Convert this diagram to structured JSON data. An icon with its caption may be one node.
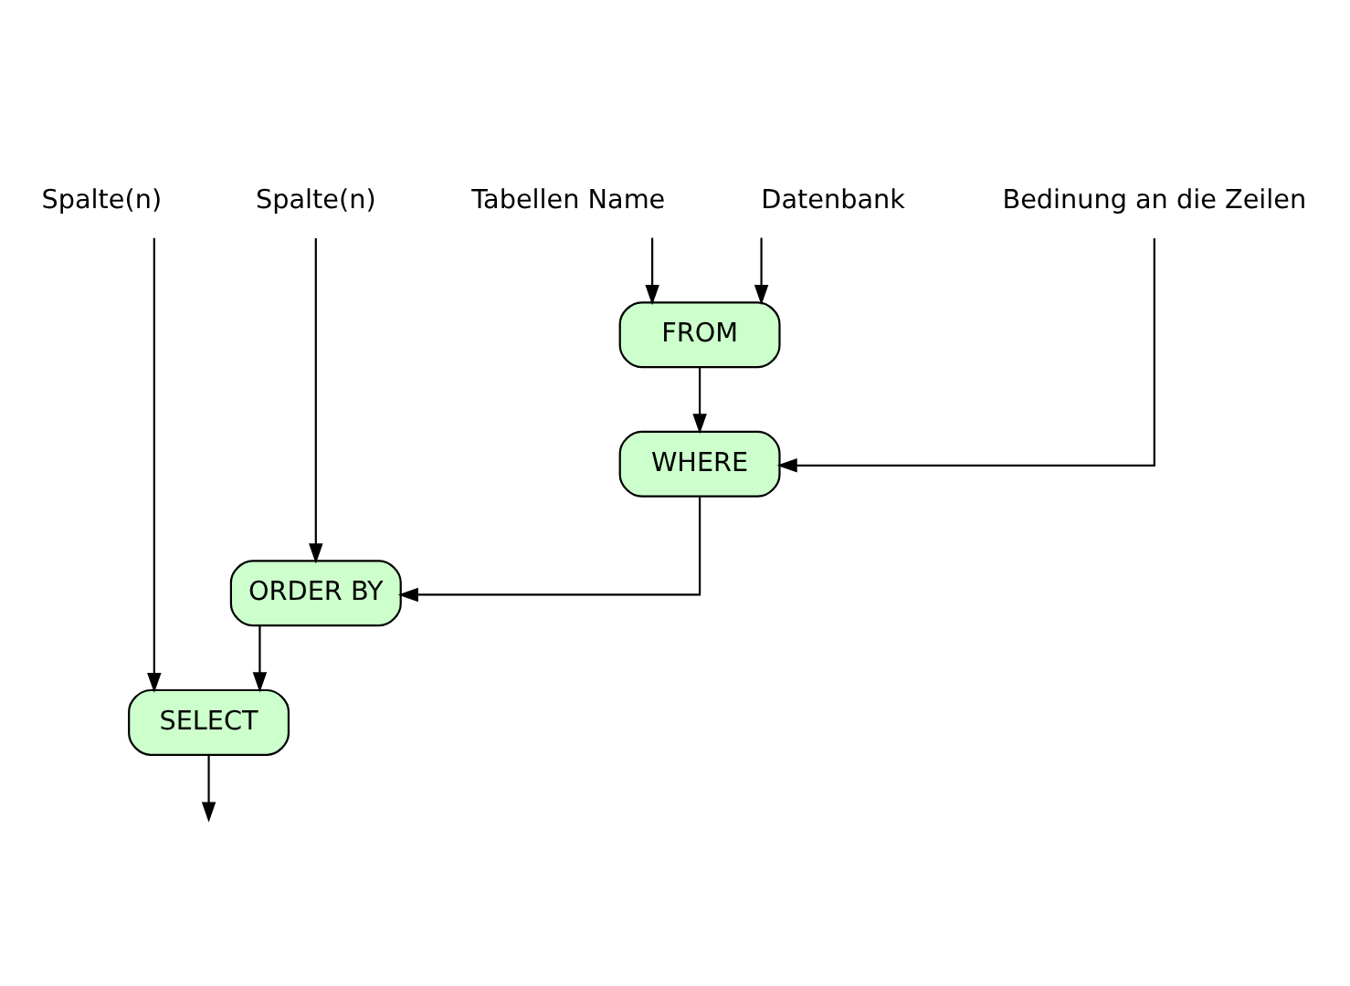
{
  "diagram": {
    "nodes": [
      {
        "text": [
          "Datenbank"
        ]
      },
      {
        "text": [
          "Tabellen Name"
        ]
      },
      {
        "text": [
          "Bedinung an die Zeilen"
        ]
      },
      {
        "text": [
          "Spalte(n)"
        ]
      },
      {
        "text": [
          "Spalte(n)"
        ]
      },
      {
        "text": [
          "FROM"
        ]
      },
      {
        "text": [
          "WHERE"
        ]
      },
      {
        "text": [
          "ORDER BY"
        ]
      },
      {
        "text": [
          "SELECT"
        ]
      }
    ],
    "edges": [
      {
        "from": 0,
        "to": 5,
        "arrow": "to"
      },
      {
        "from": 1,
        "to": 5,
        "arrow": "to"
      },
      {
        "from": 5,
        "to": 6,
        "arrow": "to"
      },
      {
        "from": 2,
        "to": 6,
        "arrow": "to"
      },
      {
        "from": 6,
        "to": 7,
        "arrow": "to"
      },
      {
        "from": 3,
        "to": 7,
        "arrow": "to"
      },
      {
        "from": 7,
        "to": 8,
        "arrow": "to"
      },
      {
        "from": 4,
        "to": 8,
        "arrow": "to"
      },
      {
        "from": 8,
        "to": null,
        "arrow": "to"
      }
    ]
  }
}
